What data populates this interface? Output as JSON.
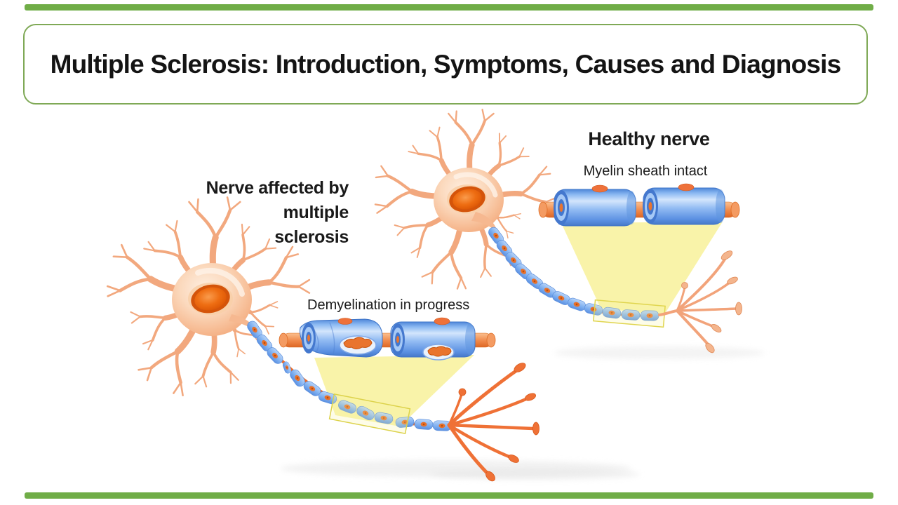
{
  "slide": {
    "title": "Multiple Sclerosis: Introduction, Symptoms, Causes and Diagnosis",
    "accent_bar_color": "#70AD47",
    "title_border_color": "#7FA956",
    "background_color": "#FFFFFF",
    "title_text_color": "#141414"
  },
  "diagram": {
    "healthy_nerve": {
      "title": "Healthy nerve",
      "caption": "Myelin sheath intact"
    },
    "affected_nerve": {
      "title_lines": [
        "Nerve affected by",
        "multiple",
        "sclerosis"
      ],
      "caption": "Demyelination in progress"
    },
    "palette": {
      "soma_fill": "#F8C9A4",
      "dendrite": "#F2A87E",
      "nucleus_orange": "#E2580A",
      "myelin_blue": "#7FB0F0",
      "axon_orange": "#ED6B28",
      "spotlight_yellow": "#F9F2A2",
      "terminal_peach": "#F2A37A",
      "terminal_orange": "#EF7136",
      "shadow_gray": "#E9E9E9"
    }
  }
}
